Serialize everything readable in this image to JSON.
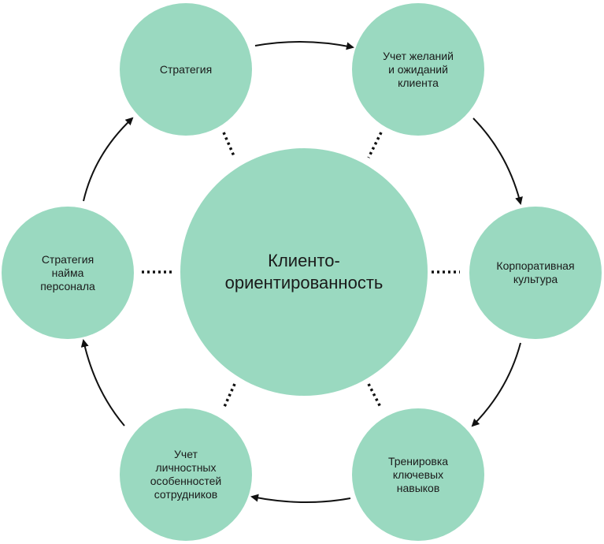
{
  "colors": {
    "circle_fill": "#9ad9c0",
    "line": "#111111"
  },
  "diagram": {
    "center_label": "Клиенто-\nориентированность",
    "nodes": [
      {
        "id": "strategy",
        "label": "Стратегия"
      },
      {
        "id": "wishes",
        "label": "Учет желаний\nи ожиданий\nклиента"
      },
      {
        "id": "culture",
        "label": "Корпоративная\nкультура"
      },
      {
        "id": "skills",
        "label": "Тренировка\nключевых\nнавыков"
      },
      {
        "id": "personal",
        "label": "Учет\nличностных\nособенностей\nсотрудников"
      },
      {
        "id": "hiring",
        "label": "Стратегия\nнайма\nперсонала"
      }
    ]
  }
}
